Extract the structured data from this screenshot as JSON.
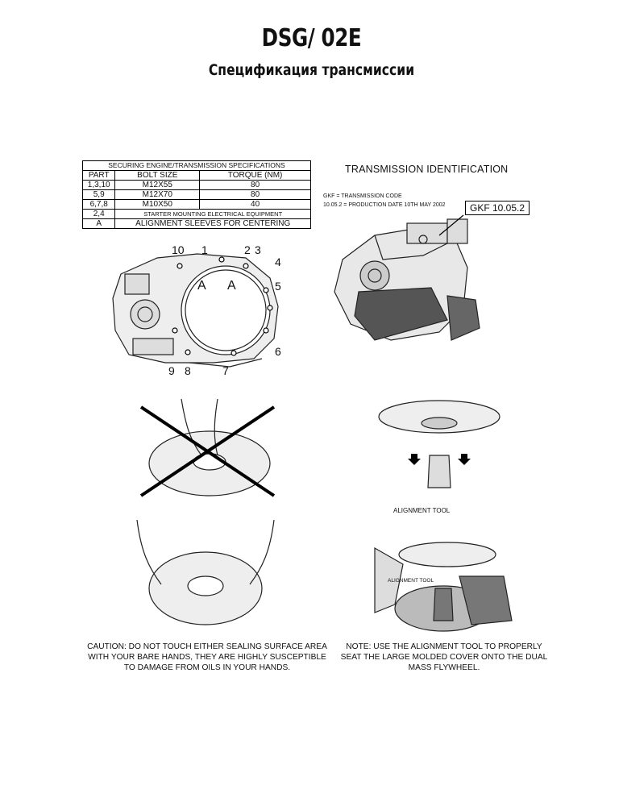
{
  "header": {
    "title": "DSG/ 02E",
    "subtitle": "Спецификация трансмиссии"
  },
  "spec_table": {
    "caption": "SECURING ENGINE/TRANSMISSION SPECIFICATIONS",
    "headers": [
      "PART",
      "BOLT SIZE",
      "TORQUE (NM)"
    ],
    "rows": [
      [
        "1,3,10",
        "M12X55",
        "80"
      ],
      [
        "5,9",
        "M12X70",
        "80"
      ],
      [
        "6,7,8",
        "M10X50",
        "40"
      ]
    ],
    "row_starter": {
      "part": "2,4",
      "desc": "STARTER MOUNTING ELECTRICAL EQUIPMENT"
    },
    "row_sleeves": {
      "part": "A",
      "desc": "ALIGNMENT SLEEVES FOR CENTERING"
    }
  },
  "identification": {
    "title": "TRANSMISSION IDENTIFICATION",
    "code_line": "GKF = TRANSMISSION CODE",
    "date_line": "10.05.2 = PRODUCTION DATE 10TH MAY 2002",
    "tag": "GKF 10.05.2"
  },
  "housing_labels": {
    "n10": "10",
    "n1": "1",
    "n2": "2",
    "n3": "3",
    "n4": "4",
    "n5": "5",
    "n6": "6",
    "n7": "7",
    "n8": "8",
    "n9": "9",
    "a1": "A",
    "a2": "A"
  },
  "alignment": {
    "label_top": "ALIGNMENT TOOL",
    "label_bottom": "ALIGNMENT TOOL"
  },
  "captions": {
    "caution": "CAUTION: DO NOT TOUCH EITHER SEALING SURFACE AREA WITH YOUR BARE HANDS, THEY ARE HIGHLY SUSCEPTIBLE TO DAMAGE FROM OILS IN YOUR HANDS.",
    "note": "NOTE: USE THE ALIGNMENT TOOL TO PROPERLY SEAT THE LARGE MOLDED COVER ONTO THE DUAL MASS FLYWHEEL."
  }
}
